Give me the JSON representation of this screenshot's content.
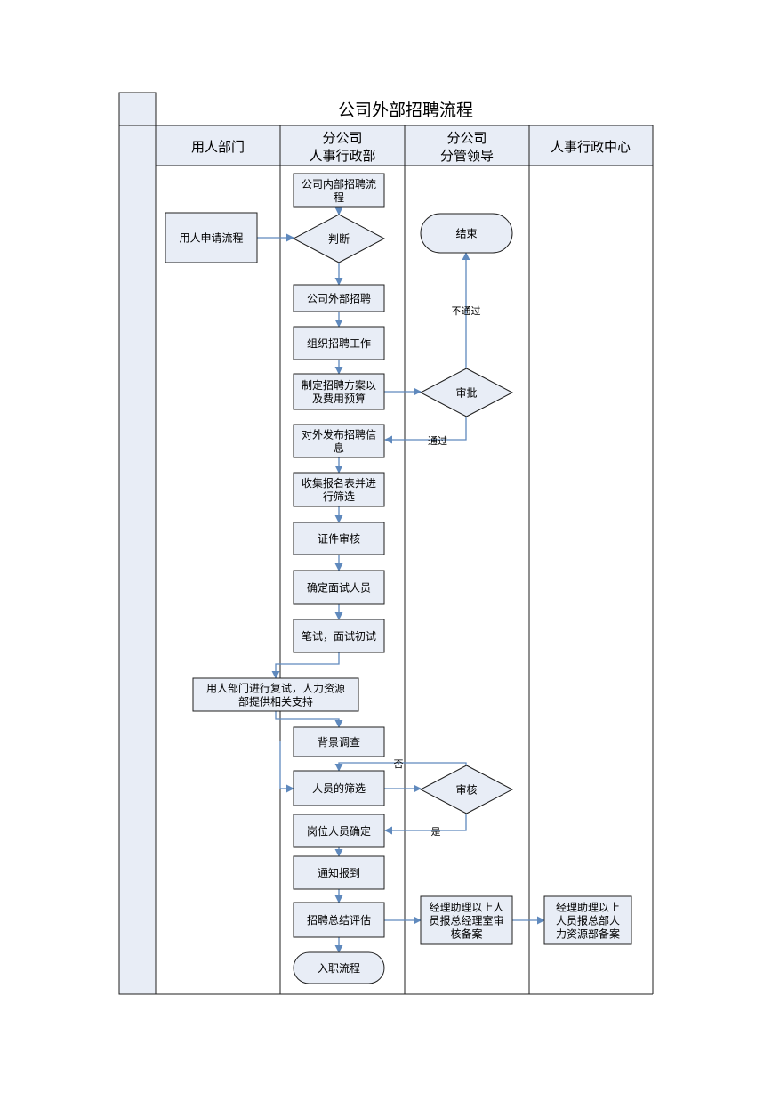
{
  "title": "公司外部招聘流程",
  "lanes": [
    {
      "id": "l1",
      "label": [
        "用人部门"
      ]
    },
    {
      "id": "l2",
      "label": [
        "分公司",
        "人事行政部"
      ]
    },
    {
      "id": "l3",
      "label": [
        "分公司",
        "分管领导"
      ]
    },
    {
      "id": "l4",
      "label": [
        "人事行政中心"
      ]
    }
  ],
  "nodes": [
    {
      "id": "n1",
      "shape": "rect",
      "text": [
        "公司内部招聘流",
        "程"
      ]
    },
    {
      "id": "n2",
      "shape": "rect",
      "text": [
        "用人申请流程"
      ]
    },
    {
      "id": "n3",
      "shape": "diamond",
      "text": [
        "判断"
      ]
    },
    {
      "id": "n4",
      "shape": "terminal",
      "text": [
        "结束"
      ]
    },
    {
      "id": "n5",
      "shape": "rect",
      "text": [
        "公司外部招聘"
      ]
    },
    {
      "id": "n6",
      "shape": "rect",
      "text": [
        "组织招聘工作"
      ]
    },
    {
      "id": "n7",
      "shape": "rect",
      "text": [
        "制定招聘方案以",
        "及费用预算"
      ]
    },
    {
      "id": "n8",
      "shape": "diamond",
      "text": [
        "审批"
      ]
    },
    {
      "id": "n9",
      "shape": "rect",
      "text": [
        "对外发布招聘信",
        "息"
      ]
    },
    {
      "id": "n10",
      "shape": "rect",
      "text": [
        "收集报名表并进",
        "行筛选"
      ]
    },
    {
      "id": "n11",
      "shape": "rect",
      "text": [
        "证件审核"
      ]
    },
    {
      "id": "n12",
      "shape": "rect",
      "text": [
        "确定面试人员"
      ]
    },
    {
      "id": "n13",
      "shape": "rect",
      "text": [
        "笔试，面试初试"
      ]
    },
    {
      "id": "n14",
      "shape": "rect",
      "text": [
        "用人部门进行复试，人力资源",
        "部提供相关支持"
      ]
    },
    {
      "id": "n15",
      "shape": "rect",
      "text": [
        "背景调查"
      ]
    },
    {
      "id": "n16",
      "shape": "rect",
      "text": [
        "人员的筛选"
      ]
    },
    {
      "id": "n17",
      "shape": "diamond",
      "text": [
        "审核"
      ]
    },
    {
      "id": "n18",
      "shape": "rect",
      "text": [
        "岗位人员确定"
      ]
    },
    {
      "id": "n19",
      "shape": "rect",
      "text": [
        "通知报到"
      ]
    },
    {
      "id": "n20",
      "shape": "rect",
      "text": [
        "招聘总结评估"
      ]
    },
    {
      "id": "n21",
      "shape": "rect",
      "text": [
        "经理助理以上人",
        "员报总经理室审",
        "核备案"
      ]
    },
    {
      "id": "n22",
      "shape": "rect",
      "text": [
        "经理助理以上",
        "人员报总部人",
        "力资源部备案"
      ]
    },
    {
      "id": "n23",
      "shape": "terminal",
      "text": [
        "入职流程"
      ]
    }
  ],
  "edge_labels": [
    {
      "id": "e1",
      "text": "不通过"
    },
    {
      "id": "e2",
      "text": "通过"
    },
    {
      "id": "e3",
      "text": "否"
    },
    {
      "id": "e4",
      "text": "是"
    }
  ],
  "colors": {
    "box_fill": "#e8edf6",
    "line": "#5f89bd",
    "border": "#1f1f1f"
  }
}
